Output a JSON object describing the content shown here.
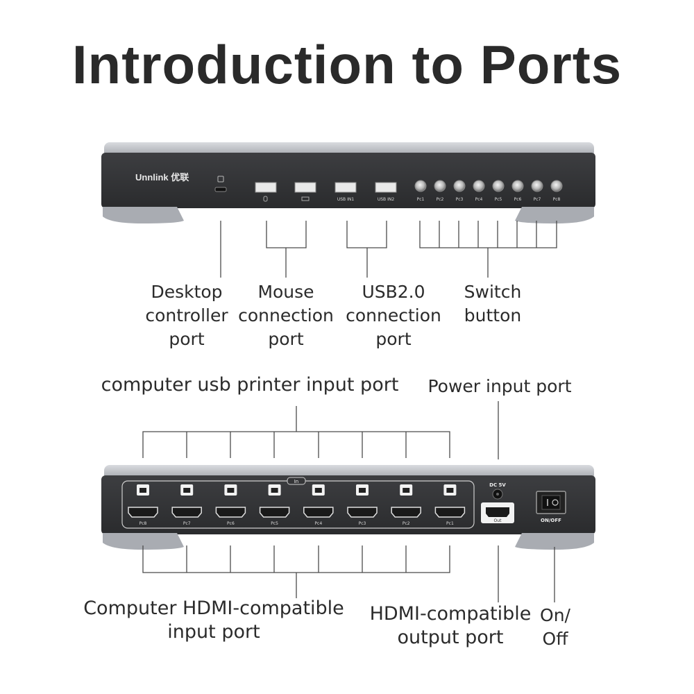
{
  "title": "Introduction to Ports",
  "front_panel": {
    "brand": "Unnlink 优联",
    "usb_labels": [
      "",
      "",
      "USB IN1",
      "USB IN2"
    ],
    "buttons": [
      "Pc1",
      "Pc2",
      "Pc3",
      "Pc4",
      "Pc5",
      "Pc6",
      "Pc7",
      "Pc8"
    ],
    "callouts": {
      "desktop": [
        "Desktop",
        "controller",
        "port"
      ],
      "mouse": [
        "Mouse",
        "connection",
        "port"
      ],
      "usb": [
        "USB2.0",
        "connection",
        "port"
      ],
      "switch": [
        "Switch",
        "button"
      ]
    }
  },
  "rear_panel": {
    "in_label": "In",
    "hdmi_labels": [
      "Pc8",
      "Pc7",
      "Pc6",
      "Pc5",
      "Pc4",
      "Pc3",
      "Pc2",
      "Pc1"
    ],
    "dc_label": "DC 5V",
    "out_label": "Out",
    "onoff_label": "ON/OFF",
    "callouts": {
      "printer": "computer usb printer input port",
      "power": "Power input port",
      "hdmi_in": [
        "Computer HDMI-compatible",
        "input port"
      ],
      "hdmi_out": [
        "HDMI-compatible",
        "output port"
      ],
      "onoff": [
        "On/",
        "Off"
      ]
    }
  },
  "colors": {
    "body": "#353638",
    "chassis": "#b9bcc2",
    "line": "#4a4a4a",
    "text": "#2b2b2b"
  }
}
